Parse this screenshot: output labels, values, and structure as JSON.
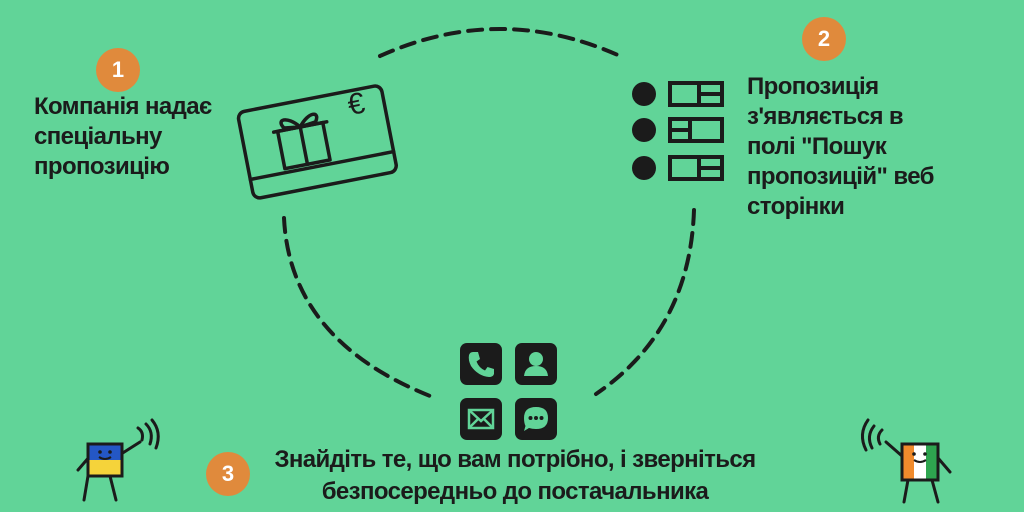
{
  "steps": [
    {
      "number": "1",
      "text": "Компанія надає\nспеціальну\nпропозицію"
    },
    {
      "number": "2",
      "text": "Пропозиція\nз'являється в\nполі \"Пошук\nпропозицій\" веб\nсторінки"
    },
    {
      "number": "3",
      "text": "Знайдіть те, що вам потрібно, і зверніться\nбезпосередньо до постачальника"
    }
  ],
  "gift_card": {
    "currency_symbol": "€"
  },
  "colors": {
    "background": "#61d498",
    "badge": "#e08a3c",
    "ink": "#1b1b1b",
    "flag_ua_blue": "#2457c5",
    "flag_ua_yellow": "#f5d33a",
    "flag_ci_orange": "#f08a2c",
    "flag_ci_white": "#ffffff",
    "flag_ci_green": "#2ea44f"
  },
  "icons": [
    "gift-card-icon",
    "list-view-icon",
    "phone-icon",
    "person-icon",
    "mail-icon",
    "chat-icon"
  ]
}
